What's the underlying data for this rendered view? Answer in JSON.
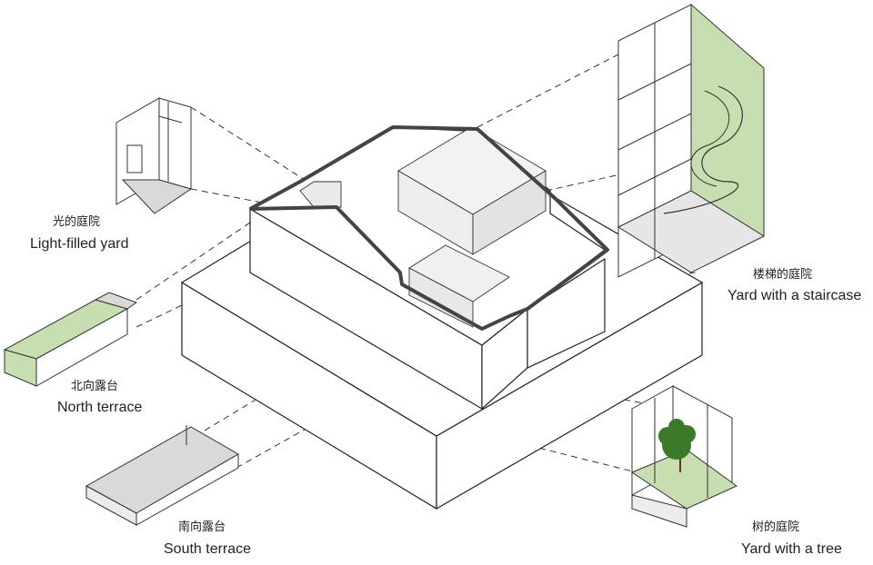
{
  "colors": {
    "line": "#222222",
    "green": "#c6deb0",
    "grey": "#d9d9d9",
    "lightgrey": "#ececec",
    "tree": "#3c7a2a"
  },
  "labels": {
    "light_yard": {
      "zh": "光的庭院",
      "en": "Light-filled yard"
    },
    "north_terrace": {
      "zh": "北向露台",
      "en": "North terrace"
    },
    "south_terrace": {
      "zh": "南向露台",
      "en": "South terrace"
    },
    "stair_yard": {
      "zh": "楼梯的庭院",
      "en": "Yard with a staircase"
    },
    "tree_yard": {
      "zh": "树的庭院",
      "en": "Yard with a tree"
    }
  }
}
